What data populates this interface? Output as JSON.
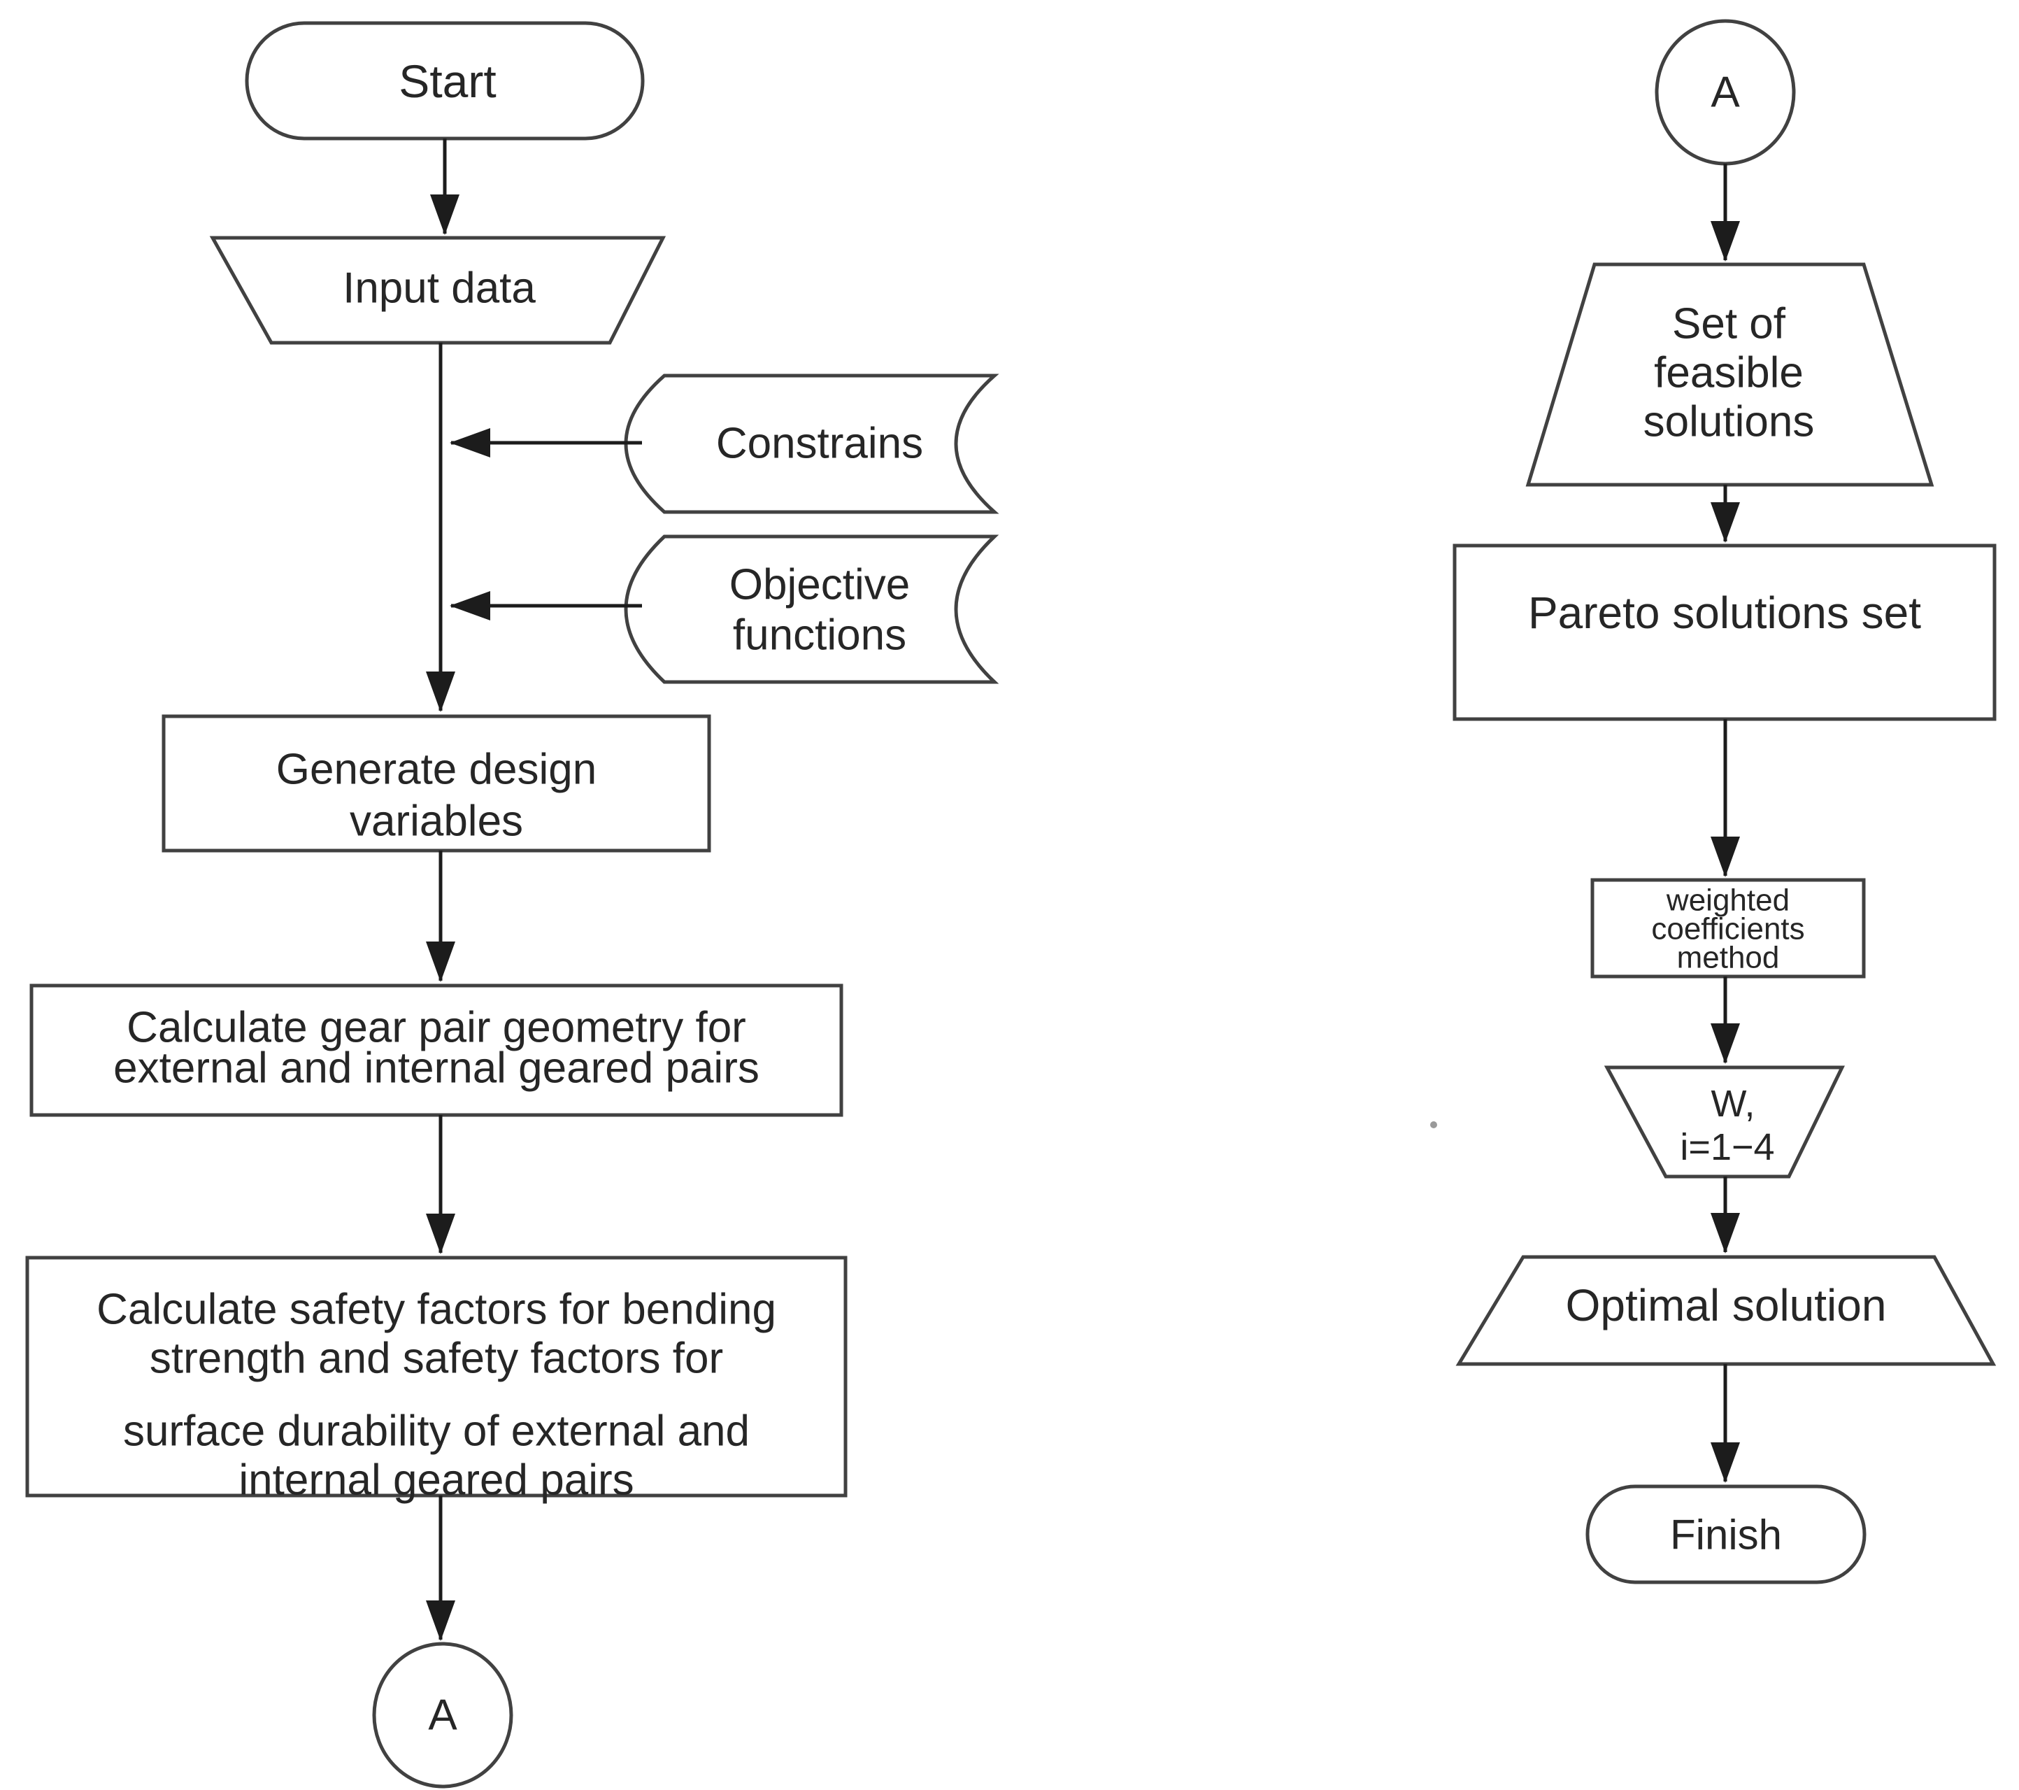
{
  "diagram": {
    "colors": {
      "background": "#ffffff",
      "shape_fill": "#ffffff",
      "shape_stroke": "#414141",
      "arrow_stroke": "#1c1c1c",
      "text": "#262626"
    },
    "left_column": {
      "start": {
        "shape": "terminator",
        "label": "Start"
      },
      "input_data": {
        "shape": "trapezoid-inverted",
        "label": "Input data"
      },
      "constrains": {
        "shape": "stored-data",
        "label": "Constrains"
      },
      "objective_functions": {
        "shape": "stored-data",
        "lines": [
          "Objective",
          "functions"
        ]
      },
      "generate_design_variables": {
        "shape": "process",
        "lines": [
          "Generate design",
          "variables"
        ]
      },
      "calculate_geometry": {
        "shape": "process",
        "lines": [
          "Calculate gear pair geometry for",
          "external and internal geared pairs"
        ]
      },
      "calculate_safety": {
        "shape": "process",
        "lines": [
          "Calculate safety factors for bending",
          "strength and safety factors for",
          "surface durability of external and",
          "internal geared pairs"
        ]
      },
      "connector_a": {
        "shape": "connector-circle",
        "label": "A"
      }
    },
    "right_column": {
      "connector_a": {
        "shape": "connector-circle",
        "label": "A"
      },
      "feasible_solutions": {
        "shape": "trapezoid",
        "lines": [
          "Set of",
          "feasible",
          "solutions"
        ]
      },
      "pareto_set": {
        "shape": "process",
        "label": "Pareto solutions set"
      },
      "weighted_method": {
        "shape": "process",
        "lines": [
          "weighted",
          "coefficients",
          "method"
        ]
      },
      "weights": {
        "shape": "trapezoid-inverted",
        "lines": [
          "W,",
          "i=1−4"
        ]
      },
      "optimal_solution": {
        "shape": "trapezoid",
        "label": "Optimal solution"
      },
      "finish": {
        "shape": "terminator",
        "label": "Finish"
      }
    }
  }
}
